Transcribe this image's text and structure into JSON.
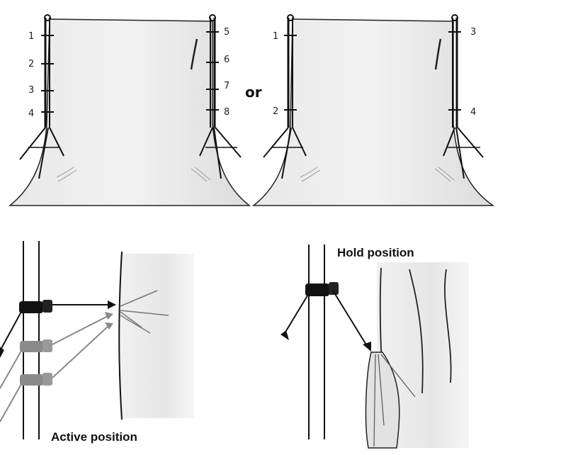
{
  "top_left_labels": [
    "1",
    "2",
    "3",
    "4",
    "5",
    "6",
    "7",
    "8"
  ],
  "separator": "or",
  "top_right_labels": [
    "1",
    "2",
    "3",
    "4"
  ],
  "bottom_left_caption": "Active position",
  "bottom_right_caption": "Hold position",
  "colors": {
    "ink": "#111111",
    "backdrop": "#eeeeee",
    "clip_grey": "#888888"
  }
}
